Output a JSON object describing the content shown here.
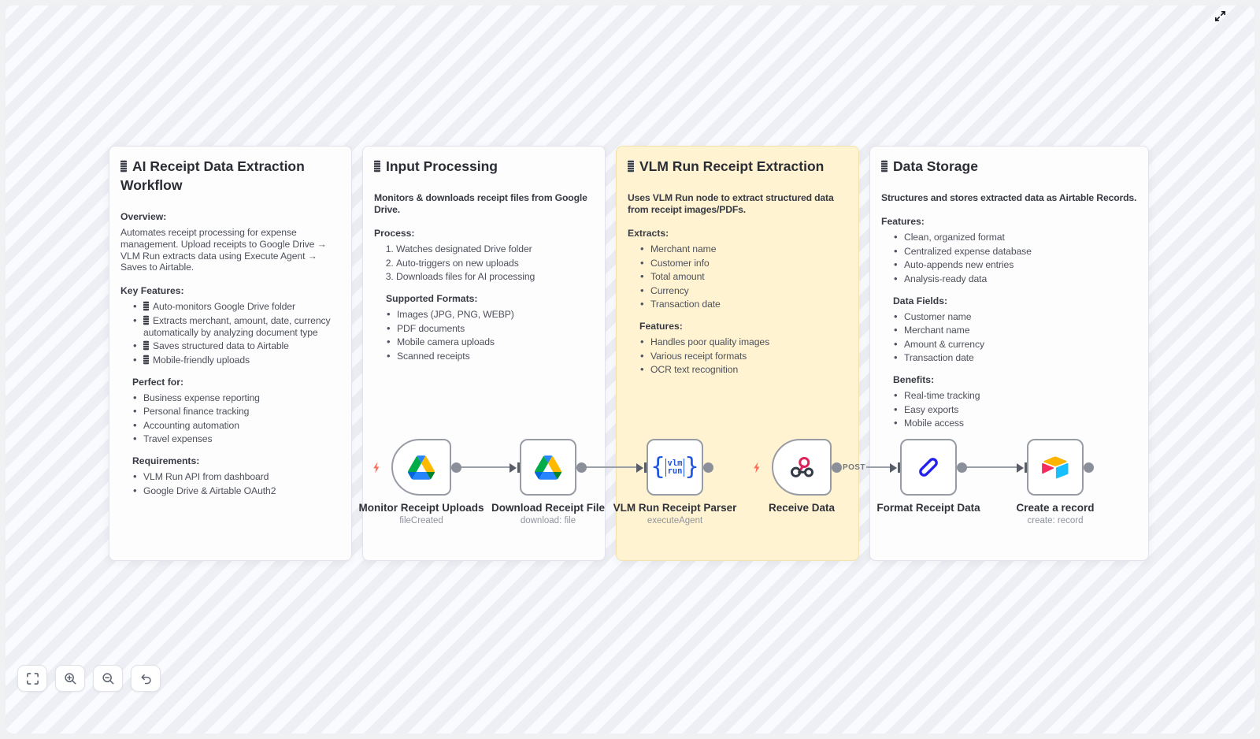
{
  "notes": [
    {
      "id": "overview",
      "variant": "white",
      "title": "AI Receipt Data Extraction Workflow",
      "blocks": [
        {
          "type": "heading",
          "text": "Overview:"
        },
        {
          "type": "paragraph",
          "text": "Automates receipt processing for expense management. Upload receipts to Google Drive → VLM Run extracts data using Execute Agent → Saves to Airtable."
        },
        {
          "type": "heading",
          "text": "Key Features:"
        },
        {
          "type": "bullets",
          "emoji_items": true,
          "items": [
            "Auto-monitors Google Drive folder",
            "Extracts merchant, amount, date, currency automatically by analyzing document type",
            "Saves structured data to Airtable",
            "Mobile-friendly uploads"
          ]
        },
        {
          "type": "subheading",
          "text": "Perfect for:"
        },
        {
          "type": "bullets",
          "items": [
            "Business expense reporting",
            "Personal finance tracking",
            "Accounting automation",
            "Travel expenses"
          ]
        },
        {
          "type": "subheading",
          "text": "Requirements:"
        },
        {
          "type": "bullets",
          "items": [
            "VLM Run API from dashboard",
            "Google Drive & Airtable OAuth2"
          ]
        }
      ]
    },
    {
      "id": "input-processing",
      "variant": "white",
      "title": "Input Processing",
      "blocks": [
        {
          "type": "intro",
          "text": "Monitors & downloads receipt files from Google Drive."
        },
        {
          "type": "heading",
          "text": "Process:"
        },
        {
          "type": "numbered",
          "items": [
            "Watches designated Drive folder",
            "Auto-triggers on new uploads",
            "Downloads files for AI processing"
          ]
        },
        {
          "type": "subheading",
          "text": "Supported Formats:"
        },
        {
          "type": "bullets",
          "items": [
            "Images (JPG, PNG, WEBP)",
            "PDF documents",
            "Mobile camera uploads",
            "Scanned receipts"
          ]
        }
      ]
    },
    {
      "id": "vlm-run-extraction",
      "variant": "yellow",
      "title": "VLM Run Receipt Extraction",
      "blocks": [
        {
          "type": "intro",
          "text": "Uses VLM Run node to extract structured data from receipt images/PDFs."
        },
        {
          "type": "heading",
          "text": "Extracts:"
        },
        {
          "type": "bullets",
          "items": [
            "Merchant name",
            "Customer info",
            "Total amount",
            "Currency",
            "Transaction date"
          ]
        },
        {
          "type": "subheading",
          "text": "Features:"
        },
        {
          "type": "bullets",
          "items": [
            "Handles poor quality images",
            "Various receipt formats",
            "OCR text recognition"
          ]
        }
      ]
    },
    {
      "id": "data-storage",
      "variant": "white",
      "title": "Data Storage",
      "blocks": [
        {
          "type": "intro",
          "text": "Structures and stores extracted data as Airtable Records."
        },
        {
          "type": "heading",
          "text": "Features:"
        },
        {
          "type": "bullets",
          "items": [
            "Clean, organized format",
            "Centralized expense database",
            "Auto-appends new entries",
            "Analysis-ready data"
          ]
        },
        {
          "type": "subheading",
          "text": "Data Fields:"
        },
        {
          "type": "bullets",
          "items": [
            "Customer name",
            "Merchant name",
            "Amount & currency",
            "Transaction date"
          ]
        },
        {
          "type": "subheading",
          "text": "Benefits:"
        },
        {
          "type": "bullets",
          "items": [
            "Real-time tracking",
            "Easy exports",
            "Mobile access"
          ]
        }
      ]
    }
  ],
  "nodes": [
    {
      "name": "Monitor Receipt Uploads",
      "subtitle": "fileCreated",
      "icon": "google-drive-icon",
      "shape": "trigger"
    },
    {
      "name": "Download Receipt File",
      "subtitle": "download: file",
      "icon": "google-drive-icon",
      "shape": "default"
    },
    {
      "name": "VLM Run Receipt Parser",
      "subtitle": "executeAgent",
      "icon": "vlm-run-icon",
      "shape": "default"
    },
    {
      "name": "Receive Data",
      "subtitle": "",
      "icon": "webhook-icon",
      "shape": "trigger",
      "output_label": "POST"
    },
    {
      "name": "Format Receipt Data",
      "subtitle": "",
      "icon": "pen-icon",
      "shape": "default"
    },
    {
      "name": "Create a record",
      "subtitle": "create: record",
      "icon": "airtable-icon",
      "shape": "default"
    }
  ],
  "vlm_logo_lines": [
    "vlm",
    "run"
  ],
  "controls": [
    {
      "name": "fit-view"
    },
    {
      "name": "zoom-in"
    },
    {
      "name": "zoom-out"
    },
    {
      "name": "undo"
    }
  ],
  "colors": {
    "canvas_stripe_light": "#fafbfe",
    "canvas_stripe_dark": "#edeff4",
    "sticky_white": "#fdfdfe",
    "sticky_yellow": "#fff3d1",
    "node_border": "#989ca5",
    "trigger_bolt": "#ff6d5a",
    "webhook_pink": "#e0215a",
    "webhook_dark": "#343a46",
    "vlm_blue": "#2057e0",
    "pen_blue": "#2222ee"
  }
}
